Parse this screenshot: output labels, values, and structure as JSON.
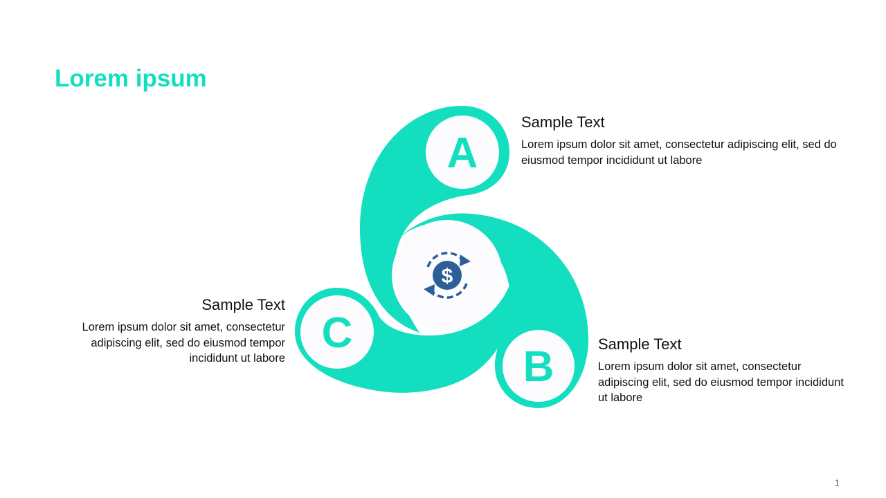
{
  "slide": {
    "title": "Lorem ipsum",
    "page_number": "1"
  },
  "colors": {
    "accent": "#14dec0",
    "circle_fill": "#fcfcfe",
    "icon": "#2b5f98",
    "text": "#111111"
  },
  "center_icon": "dollar-cycle-icon",
  "items": {
    "a": {
      "letter": "A",
      "heading": "Sample Text",
      "body": "Lorem ipsum dolor sit amet, consectetur adipiscing elit, sed do eiusmod tempor incididunt ut labore"
    },
    "b": {
      "letter": "B",
      "heading": "Sample Text",
      "body": "Lorem ipsum dolor sit amet, consectetur adipiscing elit, sed do eiusmod tempor incididunt ut labore"
    },
    "c": {
      "letter": "C",
      "heading": "Sample Text",
      "body": "Lorem ipsum dolor sit amet, consectetur adipiscing elit, sed do eiusmod tempor incididunt ut labore"
    }
  }
}
